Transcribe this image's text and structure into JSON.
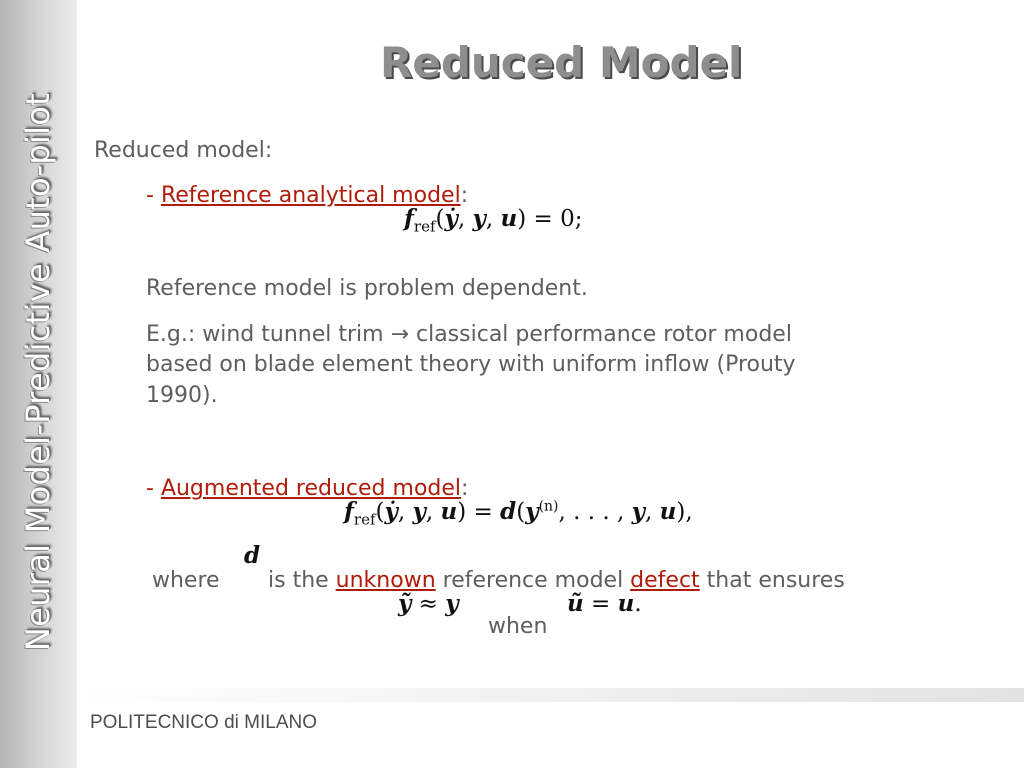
{
  "sidebar": {
    "title": "Neural Model-Predictive Auto-pilot"
  },
  "slide": {
    "title": "Reduced Model",
    "intro": "Reduced model:",
    "ref_dash": "- ",
    "ref_label": "Reference analytical model",
    "colon": ":",
    "dependent": "Reference model is problem dependent.",
    "example_line1": "E.g.: wind tunnel trim → classical performance rotor model",
    "example_line2": "based on blade element theory with uniform inflow (Prouty",
    "example_line3": "1990).",
    "aug_dash": "- ",
    "aug_label": "Augmented reduced model",
    "where": "where",
    "is_the": "is the ",
    "unknown": "unknown",
    "ref_model": " reference model ",
    "defect": "defect",
    "ensures": " that ensures",
    "when": "when"
  },
  "footer": {
    "text": "POLITECNICO di MILANO"
  }
}
